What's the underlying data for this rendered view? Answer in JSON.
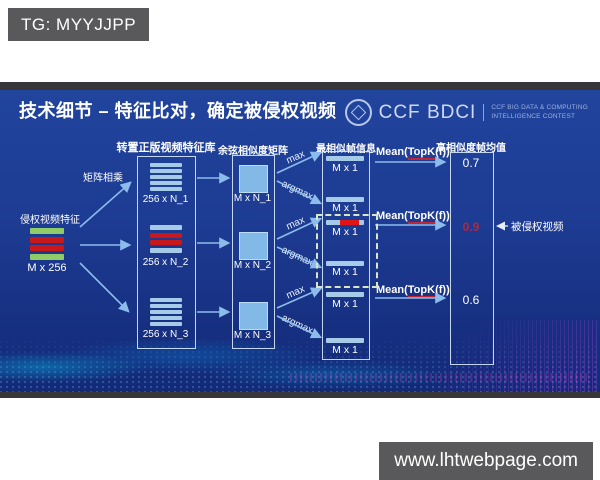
{
  "overlays": {
    "tg_label": "TG: MYYJJPP",
    "website_label": "www.lhtwebpage.com"
  },
  "slide": {
    "title": "技术细节 – 特征比对，确定被侵权视频",
    "logo": {
      "ccf": "CCF",
      "bdci": "BDCI",
      "contest_line1": "CCF BIG DATA & COMPUTING",
      "contest_line2": "INTELLIGENCE CONTEST"
    },
    "input": {
      "label": "侵权视频特征",
      "matrix": "M x 256",
      "multiply": "矩阵相乘"
    },
    "library": {
      "header": "转置正版视频特征库",
      "stack1": "256 x N_1",
      "stack2": "256 x N_2",
      "stack3": "256 x N_3"
    },
    "cosine": {
      "header": "余弦相似度矩阵",
      "m1": "M x N_1",
      "m2": "M x N_2",
      "m3": "M x N_3"
    },
    "frames": {
      "header": "最相似帧信息",
      "bar": "M x 1"
    },
    "ops": {
      "max": "max",
      "argmax": "argmax",
      "mean_prefix": "Mean(",
      "mean_topk": "TopK",
      "mean_suffix": "(f))"
    },
    "result": {
      "header": "高相似度帧均值",
      "v1": "0.7",
      "v2": "0.9",
      "v3": "0.6",
      "callout": "被侵权视频"
    },
    "colors": {
      "slide_bg": "#1d3b92",
      "bar_blue": "#a6cbe9",
      "bar_red": "#c8181c",
      "bar_green": "#8fcb66",
      "arrow": "#8cbcec",
      "highlight_value": "#b5273a",
      "dashed_box": "#d9e6c4",
      "watermark_bg": "#59595c"
    }
  }
}
